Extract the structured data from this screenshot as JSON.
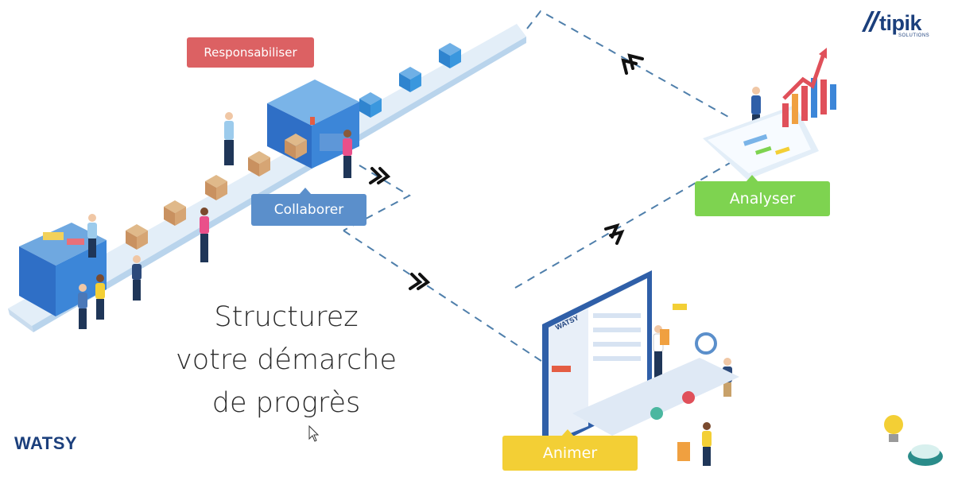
{
  "labels": {
    "responsabiliser": "Responsabiliser",
    "collaborer": "Collaborer",
    "analyser": "Analyser",
    "animer": "Animer"
  },
  "headline": {
    "line1": "Structurez",
    "line2": "votre démarche",
    "line3": "de progrès"
  },
  "logos": {
    "tipik": "tipik",
    "tipik_sub": "SOLUTIONS",
    "watsy": "WATSY",
    "screen_brand": "WATSY"
  },
  "colors": {
    "responsabiliser": "#dc6163",
    "collaborer": "#5b8fcb",
    "analyser": "#7ed350",
    "animer": "#f3cf35",
    "brand": "#1b3f7c",
    "conveyor": "#d7e9f6"
  }
}
